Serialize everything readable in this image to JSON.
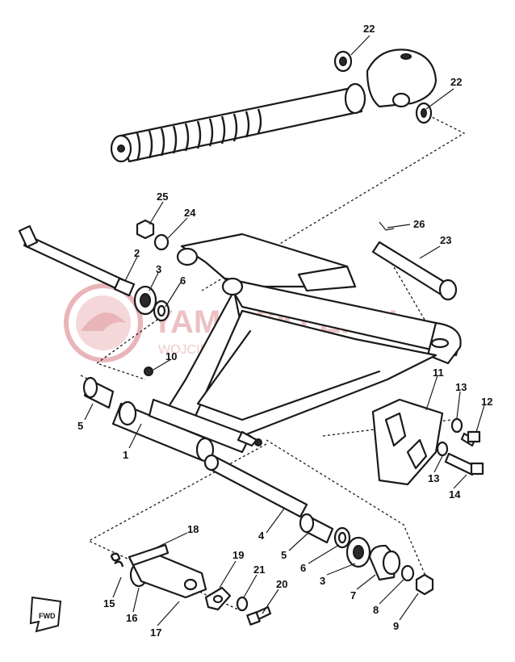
{
  "watermark": {
    "brand": "YAMA-SKLEP.PL",
    "subtitle": "WOJCIECHOWICZ | DEALER YAMAHA",
    "color": "#e9b7b9"
  },
  "fwd_label": "FWD",
  "callouts": {
    "c1": "1",
    "c2": "2",
    "c3": "3",
    "c3b": "3",
    "c4": "4",
    "c5": "5",
    "c5b": "5",
    "c6": "6",
    "c6b": "6",
    "c7": "7",
    "c8": "8",
    "c9": "9",
    "c10": "10",
    "c11": "11",
    "c12": "12",
    "c13": "13",
    "c13b": "13",
    "c14": "14",
    "c15": "15",
    "c16": "16",
    "c17": "17",
    "c18": "18",
    "c19": "19",
    "c20": "20",
    "c21": "21",
    "c22": "22",
    "c22b": "22",
    "c23": "23",
    "c24": "24",
    "c25": "25",
    "c26": "26"
  }
}
